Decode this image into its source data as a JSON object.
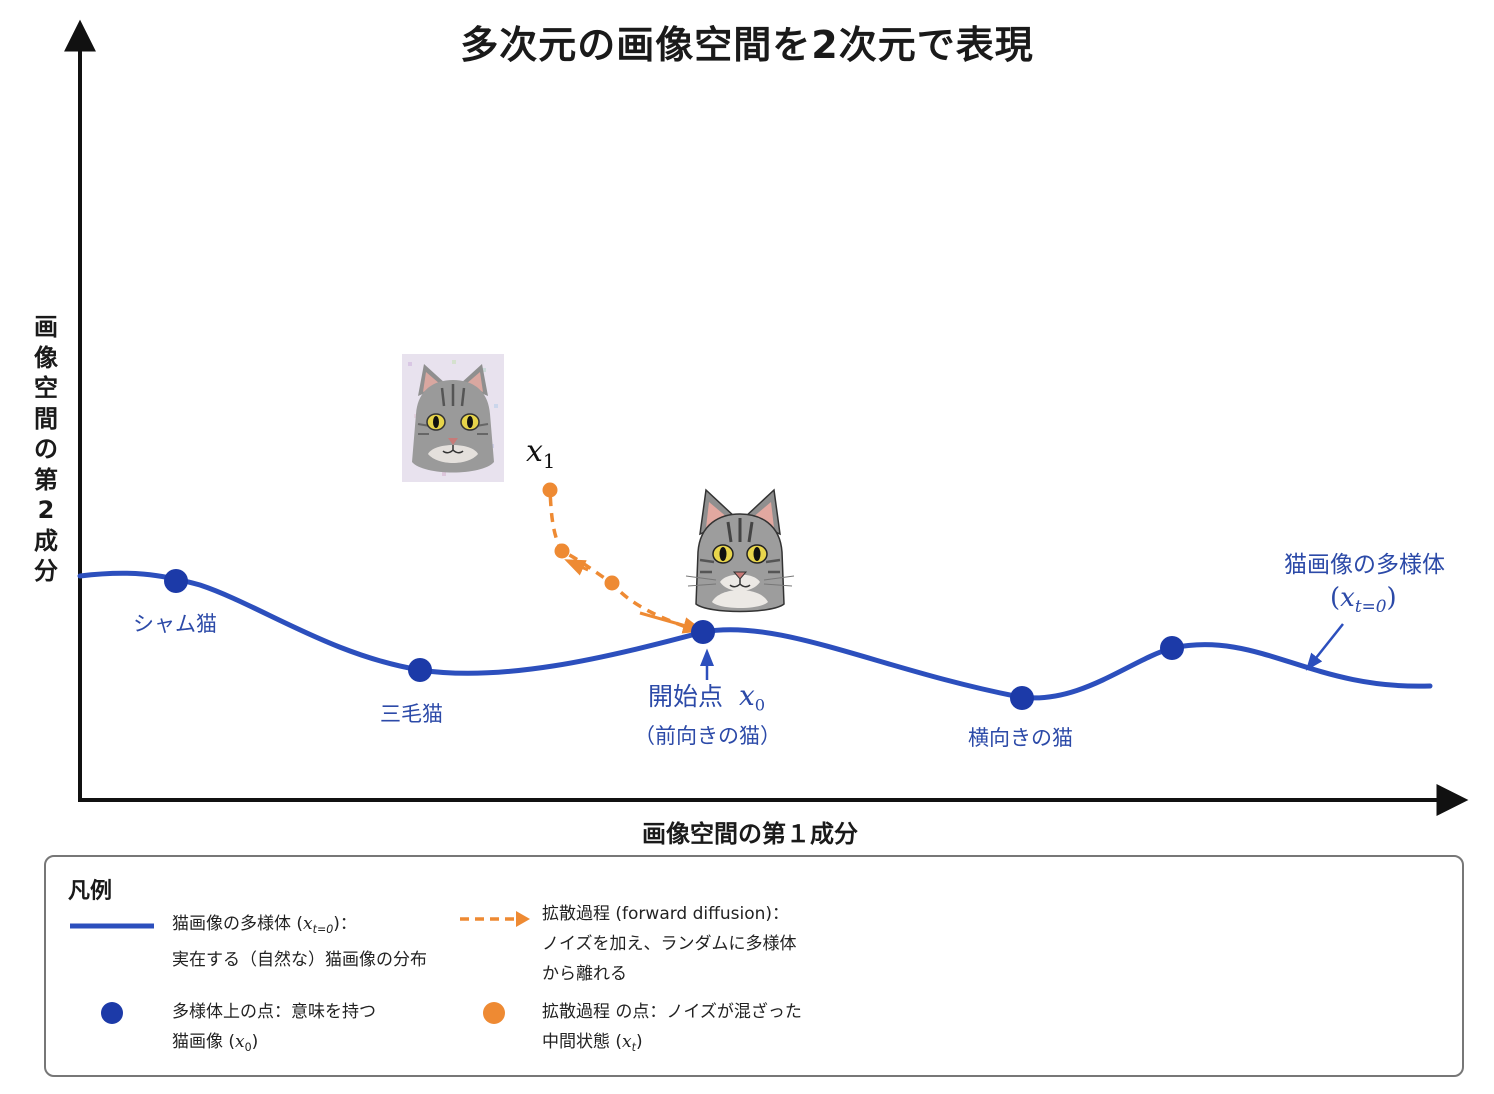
{
  "title": "多次元の画像空間を2次元で表現",
  "axes": {
    "x_label": "画像空間の第１成分",
    "y_label_chars": [
      "画",
      "像",
      "空",
      "間",
      "の",
      "第",
      "2",
      "成",
      "分"
    ]
  },
  "points": {
    "siamese": "シャム猫",
    "calico": "三毛猫",
    "start_line1_text": "開始点",
    "start_line1_var": "x",
    "start_line1_sub": "0",
    "start_line2": "（前向きの猫）",
    "side": "横向きの猫"
  },
  "manifold_label": {
    "line1": "猫画像の多様体",
    "var": "x",
    "sub": "t=0"
  },
  "noisy_label": {
    "var": "x",
    "sub": "1"
  },
  "legend": {
    "title": "凡例",
    "manifold_a": "猫画像の多様体 (",
    "manifold_var": "x",
    "manifold_sub": "t=0",
    "manifold_b": ")：",
    "manifold_line2": "実在する（自然な）猫画像の分布",
    "diffusion_line1": "拡散過程 (forward diffusion)：",
    "diffusion_line2": "ノイズを加え、ランダムに多様体",
    "diffusion_line3": "から離れる",
    "point_line1": "多様体上の点：意味を持つ",
    "point_line2_a": "猫画像 (",
    "point_var": "x",
    "point_sub": "0",
    "point_line2_b": ")",
    "dpoint_line1": "拡散過程 の点：ノイズが混ざった",
    "dpoint_line2_a": "中間状態 (",
    "dpoint_var": "x",
    "dpoint_sub": "t",
    "dpoint_line2_b": ")"
  },
  "colors": {
    "manifold": "#2c4fbd",
    "point": "#1c3aa8",
    "diffusion": "#ee8a33",
    "axis": "#111111"
  }
}
